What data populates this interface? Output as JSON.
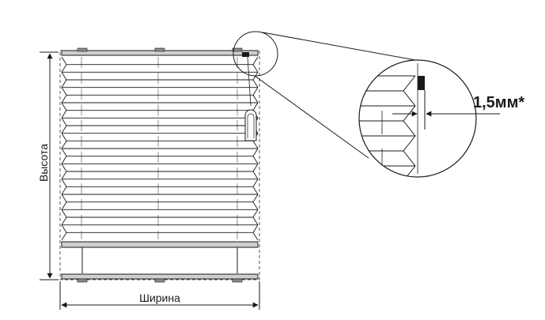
{
  "labels": {
    "width": "Ширина",
    "height": "Высота",
    "gap": "1,5мм*"
  },
  "colors": {
    "line": "#1a1a1a",
    "rail": "#cfcfcf",
    "rail_dark": "#8a8a8a",
    "guide": "#555555"
  }
}
